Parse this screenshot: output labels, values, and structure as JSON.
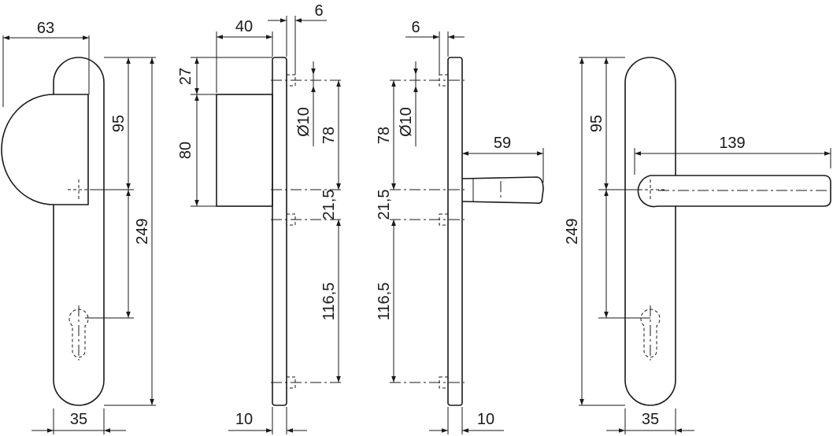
{
  "views": {
    "knob_front": {
      "width": "63",
      "center_height": "95",
      "total_height": "249",
      "plate_width": "35"
    },
    "knob_side": {
      "projection": "40",
      "rosette_top": "27",
      "rosette_height": "80",
      "pin_offset": "6",
      "pin_dia": "Ø10",
      "upper_dist": "78",
      "spindle_dist": "21,5",
      "lower_dist": "116,5",
      "plate_thickness": "10"
    },
    "lever_side": {
      "pin_offset": "6",
      "pin_dia": "Ø10",
      "upper_dist": "78",
      "lever_projection": "59",
      "spindle_dist": "21,5",
      "lower_dist": "116,5",
      "plate_thickness": "10"
    },
    "lever_front": {
      "center_height": "95",
      "lever_length": "139",
      "total_height": "249",
      "plate_width": "35"
    }
  },
  "colors": {
    "line": "#1a1a1a",
    "background": "#ffffff"
  }
}
